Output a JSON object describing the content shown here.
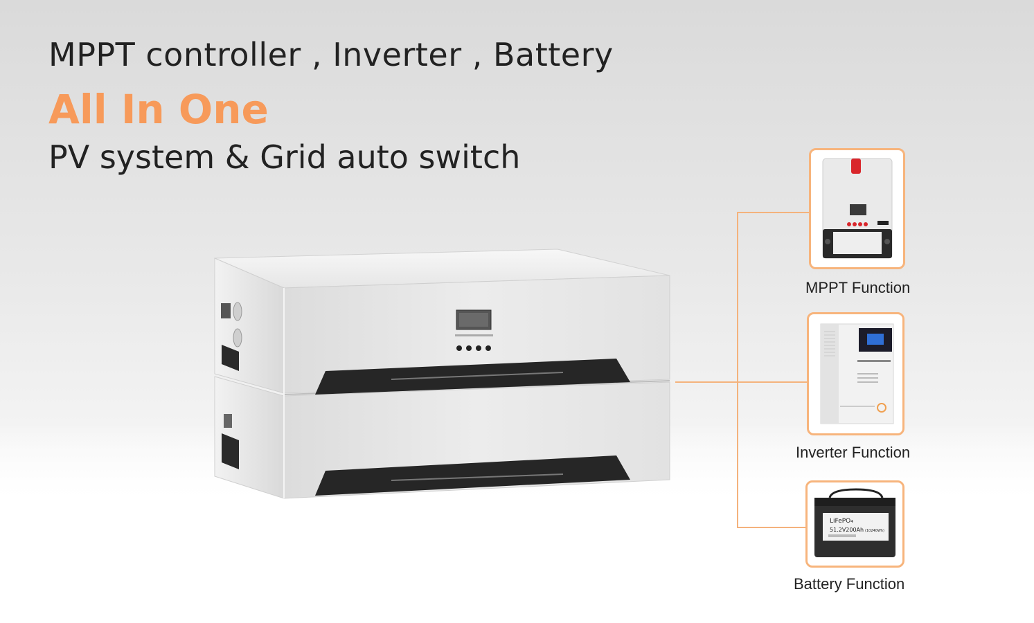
{
  "headline": {
    "line1": "MPPT controller , Inverter , Battery",
    "line2": "All In One",
    "line3": "PV system & Grid auto switch"
  },
  "colors": {
    "accent": "#f79a5a",
    "connector": "#f4b27c",
    "text": "#222222"
  },
  "functions": [
    {
      "label": "MPPT Function",
      "icon": "mppt-controller-image"
    },
    {
      "label": "Inverter Function",
      "icon": "inverter-image"
    },
    {
      "label": "Battery Function",
      "icon": "battery-image"
    }
  ],
  "battery_label": {
    "chem": "LiFePO₄",
    "spec": "51.2V200Ah",
    "energy": "(10240Wh)"
  }
}
